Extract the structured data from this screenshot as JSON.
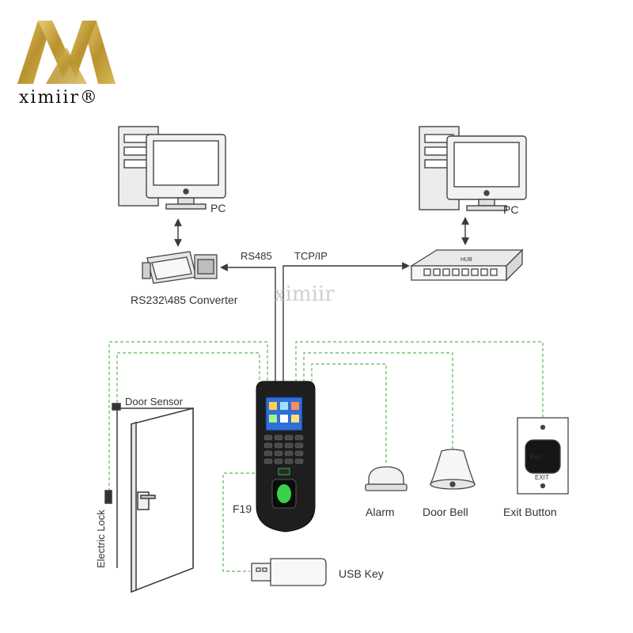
{
  "brand": {
    "name": "ximiir®",
    "watermark": "ximiir",
    "logo_color": "#c9a646"
  },
  "labels": {
    "pc_left": "PC",
    "pc_right": "PC",
    "rs485": "RS485",
    "tcpip": "TCP/IP",
    "converter": "RS232\\485 Converter",
    "door_sensor": "Door Sensor",
    "electric_lock": "Electric Lock",
    "device": "F19",
    "alarm": "Alarm",
    "door_bell": "Door Bell",
    "exit_button": "Exit Button",
    "usb_key": "USB Key",
    "exit_button_face": "EXIT",
    "exit_button_sticker": "Exit",
    "switch_brand": "HUB"
  },
  "colors": {
    "line": "#3a3a3a",
    "dashed": "#5cb85c",
    "device_body": "#1e1e1e",
    "screen": "#2f6fd6",
    "fingerprint": "#39d14a"
  }
}
